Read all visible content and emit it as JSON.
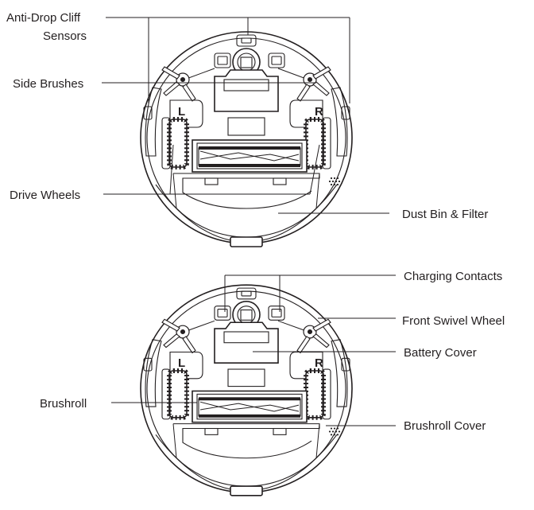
{
  "top_view": {
    "labels": {
      "cliff_sensors_line1": "Anti-Drop Cliff",
      "cliff_sensors_line2": "Sensors",
      "side_brushes": "Side Brushes",
      "drive_wheels": "Drive Wheels",
      "dust_bin": "Dust Bin & Filter"
    },
    "wheel_marks": {
      "left": "L",
      "right": "R"
    }
  },
  "bottom_view": {
    "labels": {
      "charging_contacts": "Charging Contacts",
      "front_swivel_wheel": "Front Swivel Wheel",
      "battery_cover": "Battery Cover",
      "brushroll": "Brushroll",
      "brushroll_cover": "Brushroll Cover"
    },
    "wheel_marks": {
      "left": "L",
      "right": "R"
    }
  }
}
